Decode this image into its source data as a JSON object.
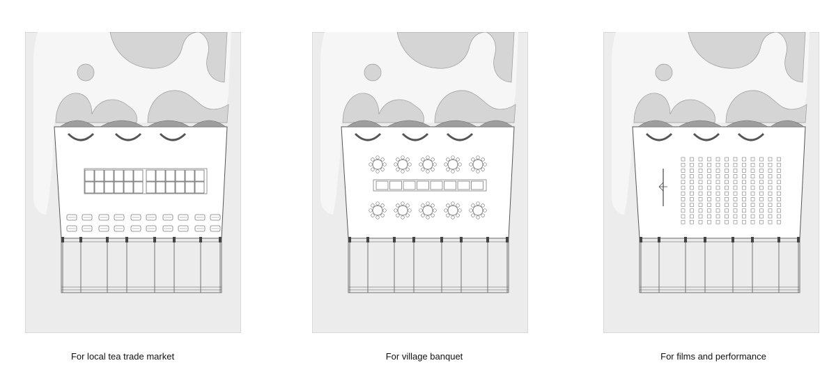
{
  "panels": [
    {
      "caption": "For local tea trade market",
      "layout": "market"
    },
    {
      "caption": "For village banquet",
      "layout": "banquet"
    },
    {
      "caption": "For films and performance",
      "layout": "theater"
    }
  ],
  "colors": {
    "ground": "#ececec",
    "open_space": "#f6f6f6",
    "pool": "#d5d5d5",
    "pool_edge": "#9a9a9a",
    "hall": "#ffffff",
    "line": "#555555",
    "furniture": "#7a7a7a",
    "caption_text": "#111111"
  }
}
